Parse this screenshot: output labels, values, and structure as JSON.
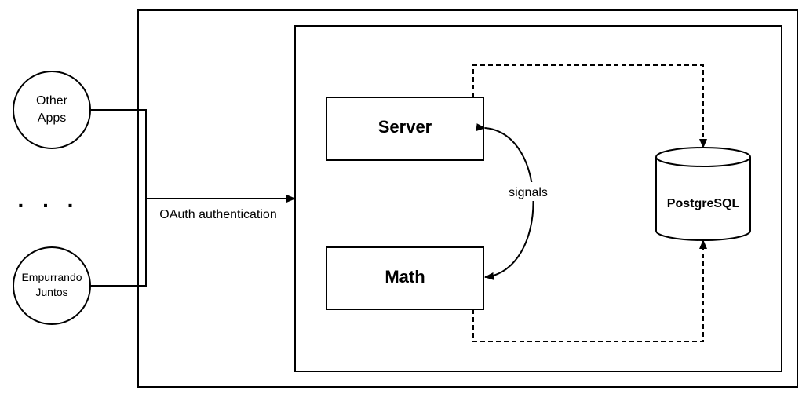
{
  "clients": {
    "other_apps": {
      "line1": "Other",
      "line2": "Apps"
    },
    "ellipsis": ". . .",
    "empurrando_juntos": {
      "line1": "Empurrando",
      "line2": "Juntos"
    }
  },
  "edges": {
    "oauth_label": "OAuth authentication",
    "signals_label": "signals"
  },
  "services": {
    "server": "Server",
    "math": "Math"
  },
  "database": {
    "name": "PostgreSQL"
  },
  "colors": {
    "stroke": "#000000",
    "background": "#ffffff"
  }
}
